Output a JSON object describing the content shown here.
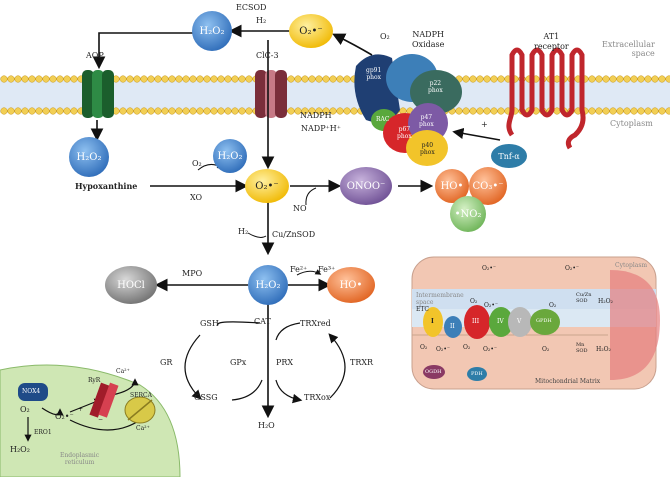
{
  "regions": {
    "extracellular": "Extracellular\nspace",
    "cytoplasm": "Cytoplasm",
    "endoplasmic": "Endoplasmic\nreticulum",
    "mitochondrial": "Mitochondrial   Matrix",
    "mito_cytoplasm": "Cytoplasm",
    "intermembrane": "Intermembrane\nspace"
  },
  "membrane_proteins": {
    "aqp": "AQP",
    "clc3": "ClC-3",
    "nadph_oxidase": "NADPH\nOxidase",
    "at1": "AT1\nreceptor",
    "gp91": "gp91\nphox",
    "p22": "p22\nphox",
    "p47": "p47\nphox",
    "p67": "p67\nphox",
    "p40": "p40\nphox",
    "rac": "RAC"
  },
  "species": {
    "h2o2": "H₂O₂",
    "o2": "O₂",
    "superoxide": "O₂•⁻",
    "h2": "H₂",
    "peroxynitrite": "ONOO⁻",
    "hydroxyl": "HO•",
    "carbonate": "CO₃•⁻",
    "no2": "•NO₂",
    "hocl": "HOCl",
    "h2o": "H₂O",
    "no": "NO",
    "fe2": "Fe²⁺",
    "fe3": "Fe³⁺",
    "ca": "Ca²⁺",
    "tnf": "Tnf-α",
    "nadph": "NADPH",
    "nadp": "NADP⁺H⁺"
  },
  "enzymes": {
    "ecsod": "ECSOD",
    "xo": "XO",
    "hypoxanthine": "Hypoxanthine",
    "cuznsod": "Cu/ZnSOD",
    "mpo": "MPO",
    "cat": "CAT",
    "gsh": "GSH",
    "gssg": "GSSG",
    "gr": "GR",
    "gpx": "GPx",
    "prx": "PRX",
    "trxred": "TRXred",
    "trxox": "TRXox",
    "trxr": "TRXR",
    "nox4": "NOX4",
    "ryr": "RyR",
    "serca": "SERCA",
    "ero1": "ERO1",
    "plus": "+",
    "minus": "−"
  },
  "mito": {
    "complexes": [
      "I",
      "II",
      "III",
      "IV",
      "V"
    ],
    "etc": "ETC",
    "gpdh": "GPDH",
    "cuzn_sod": "Cu/Zn\nSOD",
    "mn_sod": "Mn\nSOD",
    "ogdh": "OGDH",
    "pdh": "PDH"
  },
  "colors": {
    "h2o2_blue": "#3a7bc8",
    "superoxide_yellow": "#f5c518",
    "peroxynitrite_purple": "#8a6aa8",
    "hydroxyl_orange": "#ee7a3a",
    "no2_green": "#7ec46a",
    "hocl_grey": "#8a8a8a",
    "membrane_head": "#f2cf55",
    "extracellular_bg": "#fbf8ef",
    "er_green": "#cfe7b4",
    "mito_pink": "#f2c7b3"
  }
}
